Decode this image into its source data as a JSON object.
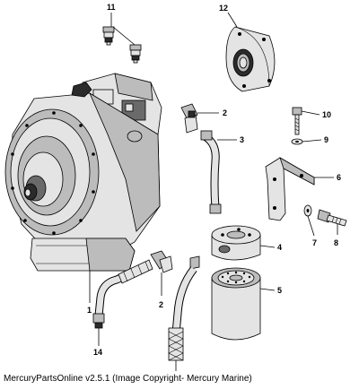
{
  "caption": "MercuryPartsOnline v2.5.1 (Image Copyright- Mercury Marine)",
  "callouts": {
    "c1": "1",
    "c2a": "2",
    "c2b": "2",
    "c3": "3",
    "c4": "4",
    "c5": "5",
    "c6": "6",
    "c7": "7",
    "c8": "8",
    "c9": "9",
    "c10": "10",
    "c11": "11",
    "c12": "12",
    "c14": "14"
  }
}
